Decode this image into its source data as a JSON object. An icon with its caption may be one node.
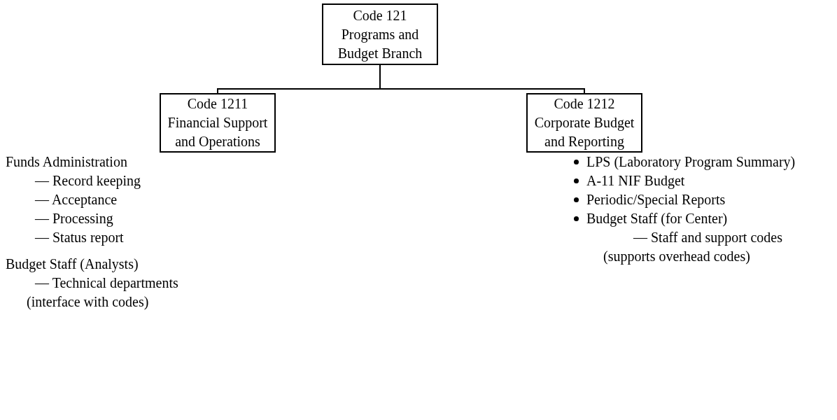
{
  "diagram": {
    "nodes": [
      {
        "text": [
          "Code 121",
          "Programs and Budget Branch"
        ]
      },
      {
        "text": [
          "Code 1211",
          "Financial Support and Operations"
        ]
      },
      {
        "text": [
          "Code 1212",
          "Corporate Budget and Reporting"
        ]
      }
    ],
    "edges": [
      {
        "from": 0,
        "to": 1,
        "arrow": "none"
      },
      {
        "from": 0,
        "to": 2,
        "arrow": "none"
      }
    ],
    "labels": [
      "Funds Administration",
      "— Record keeping",
      "— Acceptance",
      "— Processing",
      "— Status report",
      "Budget Staff (Analysts)",
      "— Technical departments",
      "(interface with codes)",
      "LPS (Laboratory Program Summary)",
      "A-11 NIF Budget",
      "Periodic/Special Reports",
      "Budget Staff (for Center)",
      "— Staff and support codes",
      "(supports overhead codes)"
    ]
  }
}
